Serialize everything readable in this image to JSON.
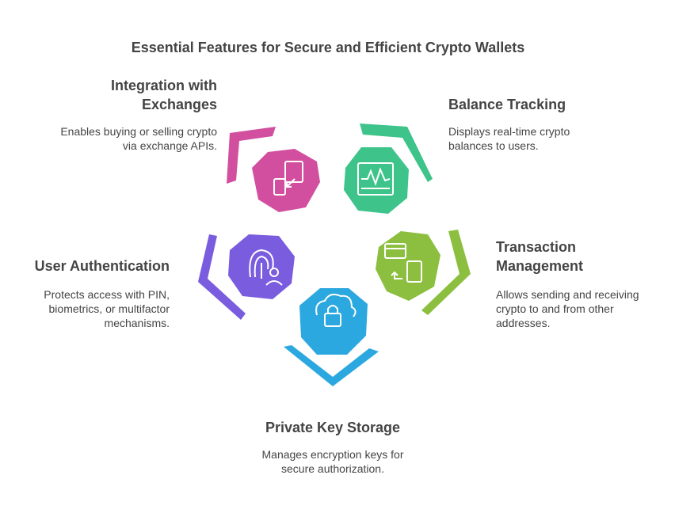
{
  "title": "Essential Features for Secure and Efficient Crypto Wallets",
  "features": [
    {
      "id": "integration",
      "title_lines": [
        "Integration with",
        "Exchanges"
      ],
      "desc_lines": [
        "Enables buying or selling crypto",
        "via exchange APIs."
      ],
      "color": "#d24f9f",
      "icon": "tablet-transfer-icon"
    },
    {
      "id": "balance",
      "title_lines": [
        "Balance Tracking"
      ],
      "desc_lines": [
        "Displays real-time crypto",
        "balances to users."
      ],
      "color": "#3ec48a",
      "icon": "chart-monitor-icon"
    },
    {
      "id": "transaction",
      "title_lines": [
        "Transaction",
        "Management"
      ],
      "desc_lines": [
        "Allows sending and receiving",
        "crypto to and from other",
        "addresses."
      ],
      "color": "#8cbf3f",
      "icon": "card-phone-transfer-icon"
    },
    {
      "id": "privatekey",
      "title_lines": [
        "Private Key Storage"
      ],
      "desc_lines": [
        "Manages encryption keys for",
        "secure authorization."
      ],
      "color": "#2ba8df",
      "icon": "cloud-lock-icon"
    },
    {
      "id": "auth",
      "title_lines": [
        "User Authentication"
      ],
      "desc_lines": [
        "Protects access with PIN,",
        "biometrics, or multifactor",
        "mechanisms."
      ],
      "color": "#7a5cdf",
      "icon": "fingerprint-user-icon"
    }
  ]
}
